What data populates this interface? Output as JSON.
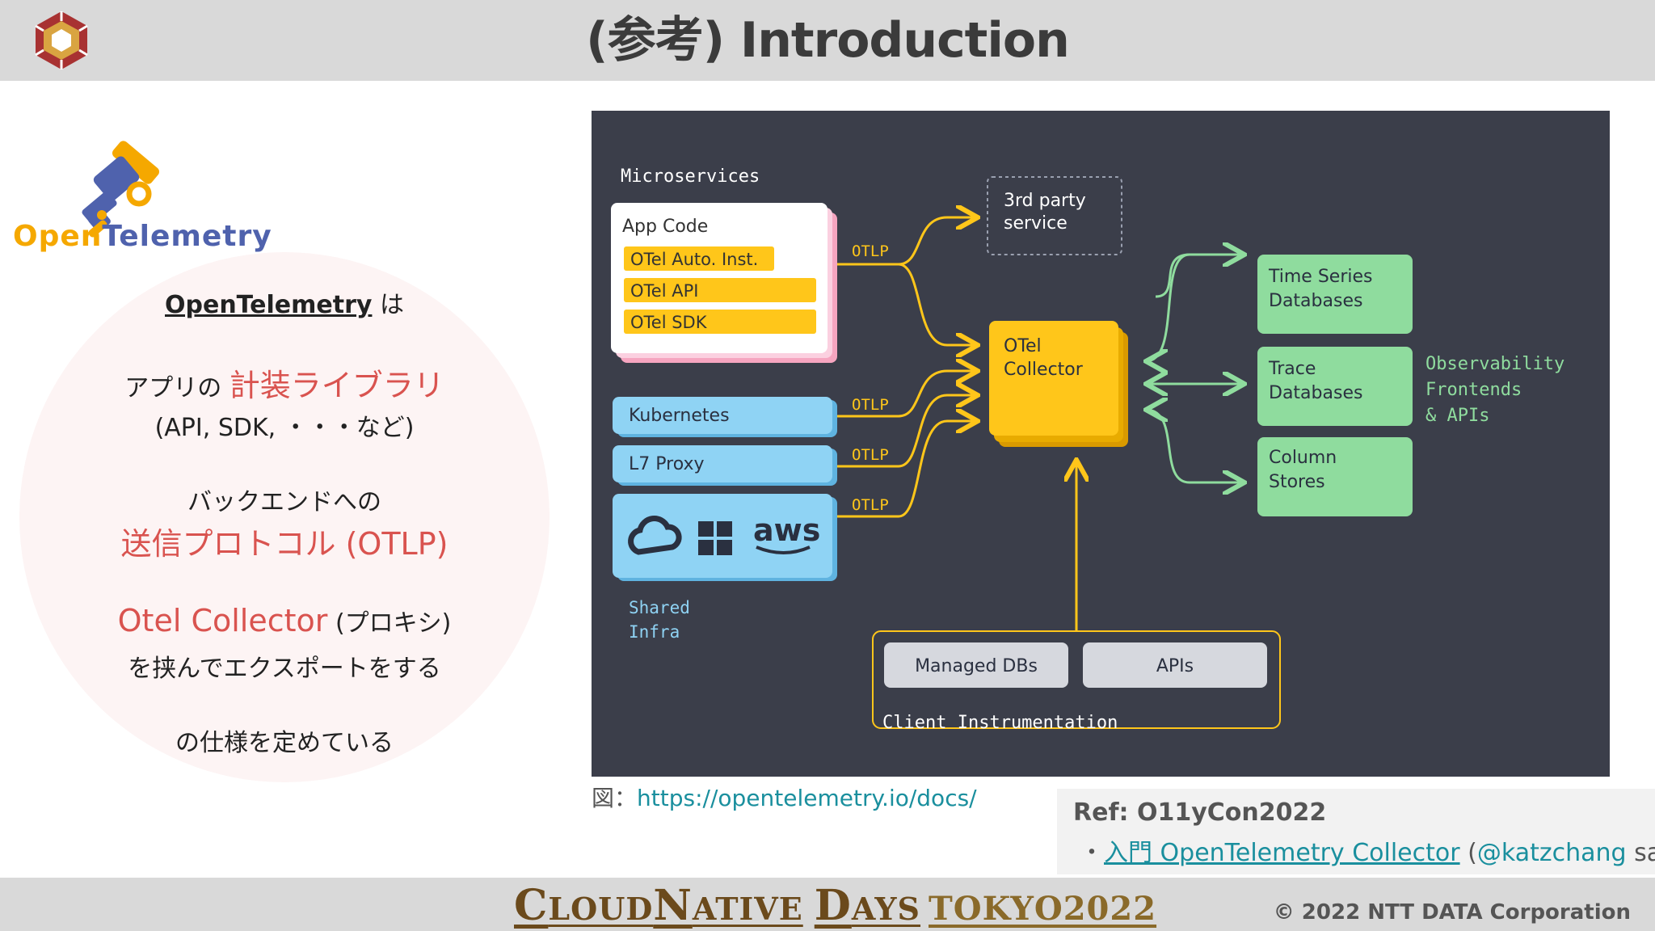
{
  "header": {
    "title": "(参考) Introduction"
  },
  "left": {
    "logo_text_1": "Open",
    "logo_text_2": "Telemetry",
    "line1_link": "OpenTelemetry",
    "line1_suffix": " は",
    "line2_prefix": "アプリの ",
    "line2_highlight": "計装ライブラリ",
    "line3": "(API, SDK, ・・・など)",
    "line4": "バックエンドへの",
    "line5_highlight": "送信プロトコル (OTLP)",
    "line6_highlight": "Otel Collector",
    "line6_suffix": " (プロキシ)",
    "line7": "を挟んでエクスポートをする",
    "line8": "の仕様を定めている"
  },
  "diagram": {
    "microservices_label": "Microservices",
    "app_code": "App Code",
    "otel_auto": "OTel Auto. Inst.",
    "otel_api": "OTel API",
    "otel_sdk": "OTel SDK",
    "kubernetes": "Kubernetes",
    "l7_proxy": "L7 Proxy",
    "aws_text": "aws",
    "shared_infra_1": "Shared",
    "shared_infra_2": "Infra",
    "otlp": "OTLP",
    "third_party_1": "3rd party",
    "third_party_2": "service",
    "collector_1": "OTel",
    "collector_2": "Collector",
    "ts_db_1": "Time Series",
    "ts_db_2": "Databases",
    "trace_db_1": "Trace",
    "trace_db_2": "Databases",
    "column_1": "Column",
    "column_2": "Stores",
    "obs_1": "Observability",
    "obs_2": "Frontends",
    "obs_3": "& APIs",
    "managed_dbs": "Managed DBs",
    "apis": "APIs",
    "client_instr": "Client Instrumentation"
  },
  "caption": {
    "prefix": "図：",
    "url": "https://opentelemetry.io/docs/"
  },
  "ref": {
    "title": "Ref: O11yCon2022",
    "bullet": "・",
    "link": "入門 OpenTelemetry Collector",
    "author_open": " (",
    "author": "@katzchang",
    "author_close": " san)"
  },
  "footer": {
    "cnd_c": "C",
    "cnd_loud": "LOUD",
    "cnd_n": "N",
    "cnd_ative": "ATIVE",
    "cnd_d": "D",
    "cnd_ays": "AYS",
    "tokyo": "TOKYO2022",
    "copyright": "© 2022 NTT DATA Corporation"
  },
  "colors": {
    "accent_red": "#d9534f",
    "otel_yellow": "#f5a800",
    "otel_blue": "#4f62ad",
    "diagram_bg": "#3b3e4a",
    "collector_yellow": "#ffc61a",
    "infra_blue": "#8fd3f4",
    "backend_green": "#8fdc9e",
    "link_teal": "#1a8f9e"
  }
}
